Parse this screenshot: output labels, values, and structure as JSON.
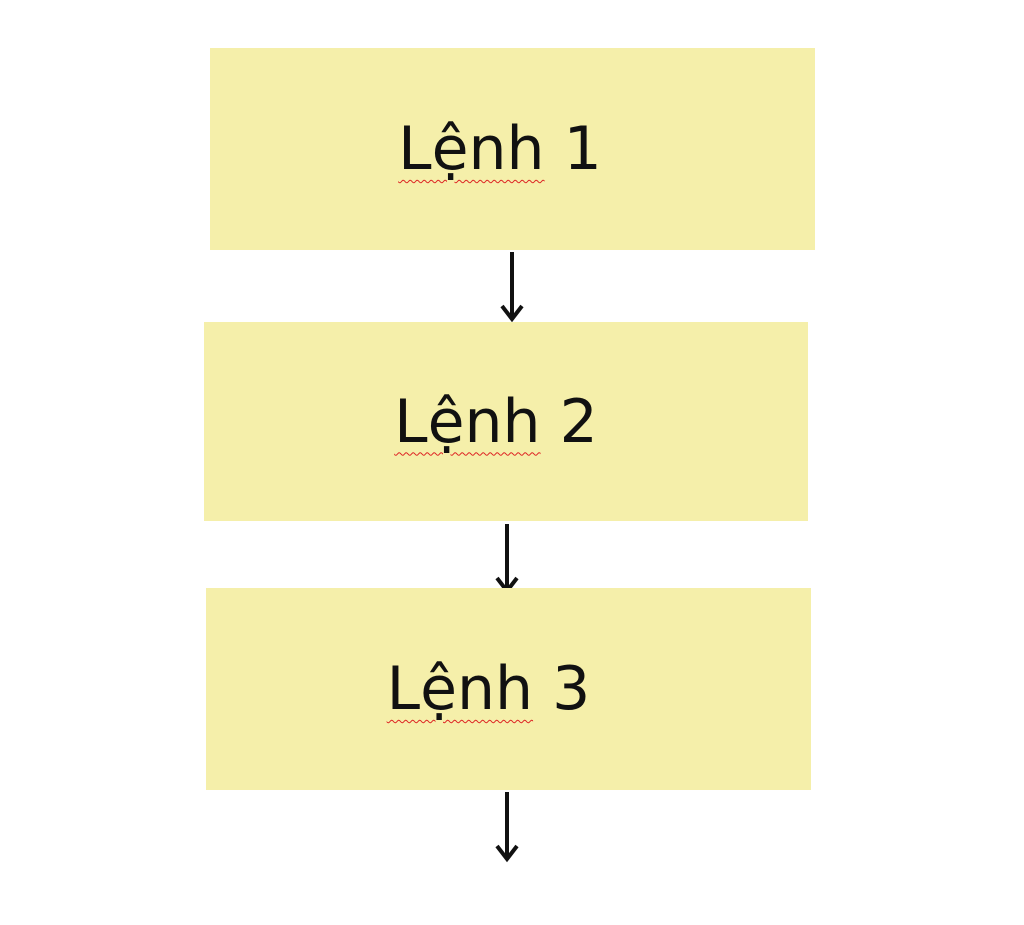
{
  "colors": {
    "box_fill": "#f5efaa",
    "arrow": "#111111",
    "spell_underline": "#dd2222"
  },
  "steps": [
    {
      "word": "Lệnh",
      "number": "1"
    },
    {
      "word": "Lệnh",
      "number": "2"
    },
    {
      "word": "Lệnh",
      "number": "3"
    }
  ]
}
